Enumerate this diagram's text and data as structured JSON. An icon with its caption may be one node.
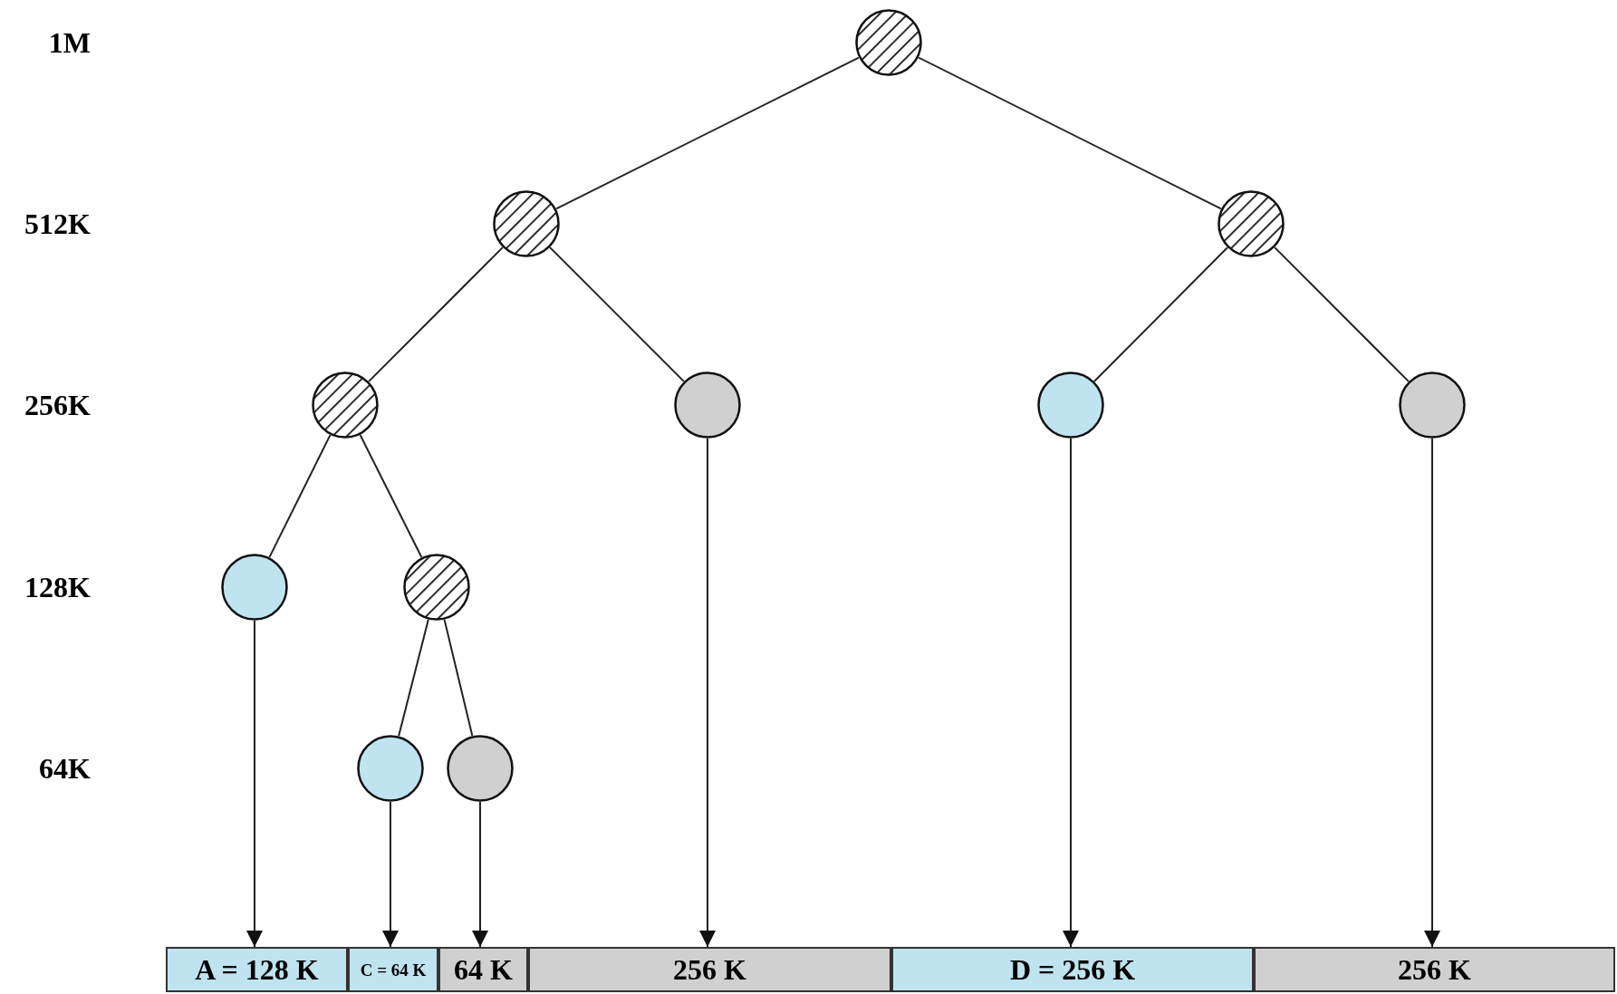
{
  "diagram": {
    "nodes": [
      {
        "text": [],
        "shape": "circle"
      },
      {
        "text": [],
        "shape": "circle"
      },
      {
        "text": [],
        "shape": "circle"
      },
      {
        "text": [],
        "shape": "circle"
      },
      {
        "text": [],
        "shape": "circle"
      },
      {
        "text": [],
        "shape": "circle"
      },
      {
        "text": [],
        "shape": "circle"
      },
      {
        "text": [],
        "shape": "circle"
      },
      {
        "text": [],
        "shape": "circle"
      },
      {
        "text": [],
        "shape": "circle"
      },
      {
        "text": [],
        "shape": "circle"
      },
      {
        "text": [
          "A = 128 K"
        ]
      },
      {
        "text": [
          "C = 64 K"
        ]
      },
      {
        "text": [
          "64 K"
        ]
      },
      {
        "text": [
          "256 K"
        ]
      },
      {
        "text": [
          "D = 256 K"
        ]
      },
      {
        "text": [
          "256 K"
        ]
      }
    ],
    "edges": [
      {
        "from": 0,
        "to": 1,
        "arrow": "none"
      },
      {
        "from": 0,
        "to": 2,
        "arrow": "none"
      },
      {
        "from": 1,
        "to": 3,
        "arrow": "none"
      },
      {
        "from": 1,
        "to": 4,
        "arrow": "none"
      },
      {
        "from": 2,
        "to": 5,
        "arrow": "none"
      },
      {
        "from": 2,
        "to": 6,
        "arrow": "none"
      },
      {
        "from": 3,
        "to": 7,
        "arrow": "none"
      },
      {
        "from": 3,
        "to": 8,
        "arrow": "none"
      },
      {
        "from": 8,
        "to": 9,
        "arrow": "none"
      },
      {
        "from": 8,
        "to": 10,
        "arrow": "none"
      },
      {
        "from": 7,
        "to": 11,
        "arrow": "to"
      },
      {
        "from": 9,
        "to": 12,
        "arrow": "to"
      },
      {
        "from": 10,
        "to": 13,
        "arrow": "to"
      },
      {
        "from": 4,
        "to": 14,
        "arrow": "to"
      },
      {
        "from": 5,
        "to": 15,
        "arrow": "to"
      },
      {
        "from": 6,
        "to": 16,
        "arrow": "to"
      }
    ],
    "labels": [
      "1M",
      "512K",
      "256K",
      "128K",
      "64K"
    ]
  }
}
